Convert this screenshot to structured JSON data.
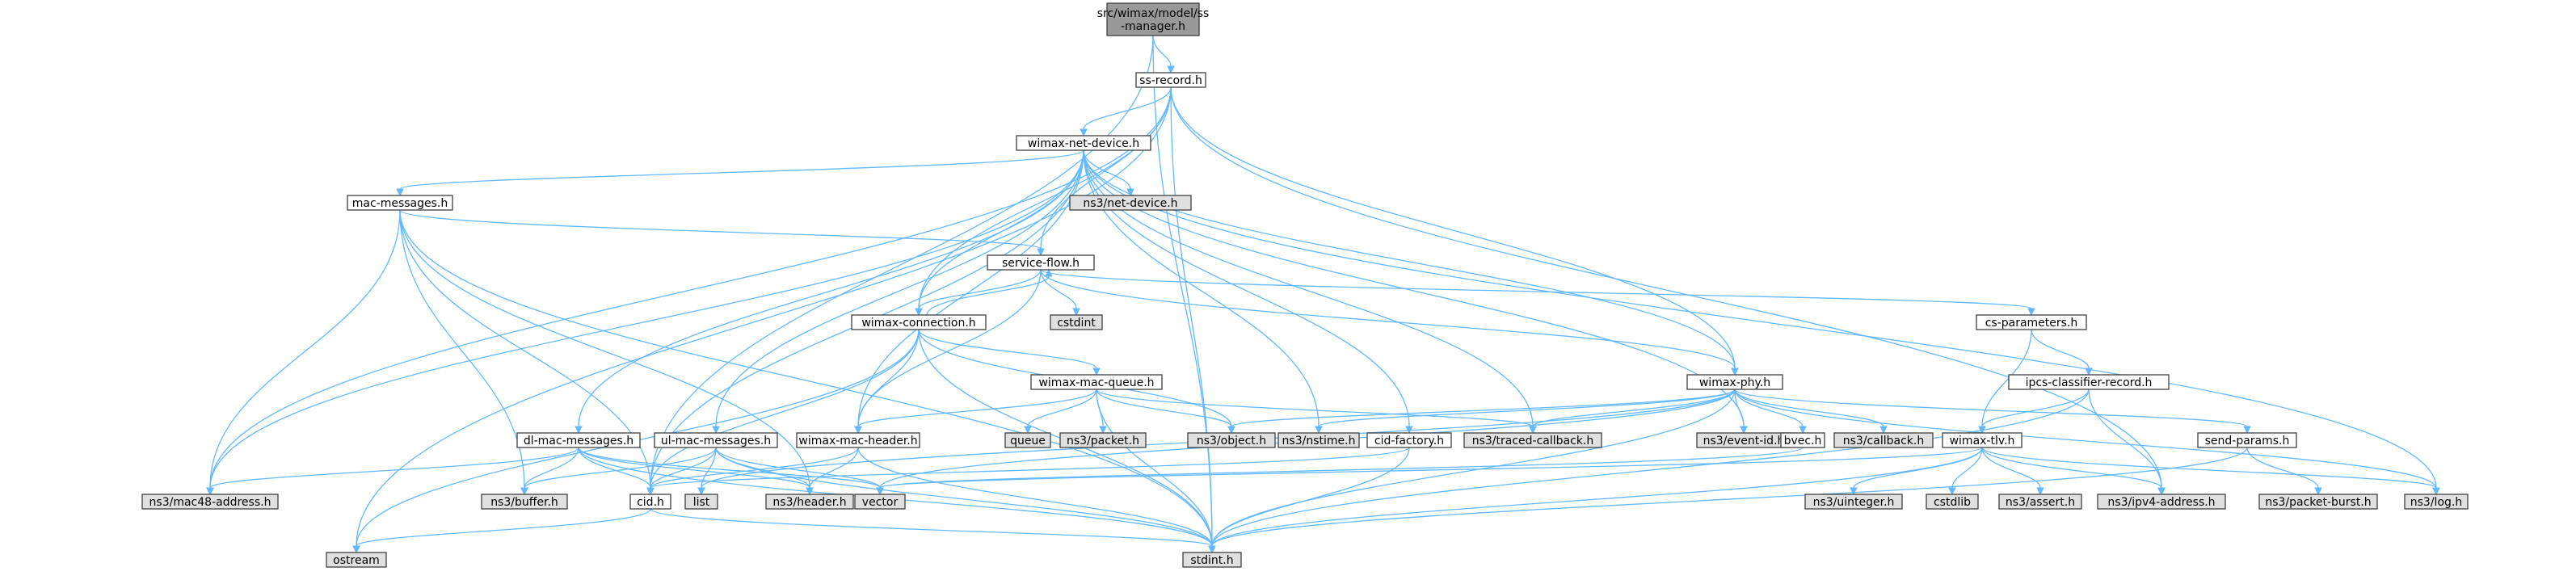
{
  "colors": {
    "background": "#ffffff",
    "root_fill": "#999999",
    "node_fill": "#ffffff",
    "external_fill": "#e0e0e0",
    "border": "#404040",
    "edge": "#63b8ff",
    "text": "#000000"
  },
  "nodes": [
    {
      "id": "ss-manager",
      "lines": [
        "src/wimax/model/ss",
        "-manager.h"
      ],
      "kind": "root"
    },
    {
      "id": "ss-record",
      "lines": [
        "ss-record.h"
      ],
      "kind": "local"
    },
    {
      "id": "wimax-net-device",
      "lines": [
        "wimax-net-device.h"
      ],
      "kind": "local"
    },
    {
      "id": "ns3-net-device",
      "lines": [
        "ns3/net-device.h"
      ],
      "kind": "external"
    },
    {
      "id": "mac-messages",
      "lines": [
        "mac-messages.h"
      ],
      "kind": "local"
    },
    {
      "id": "service-flow",
      "lines": [
        "service-flow.h"
      ],
      "kind": "local"
    },
    {
      "id": "cstdint",
      "lines": [
        "cstdint"
      ],
      "kind": "external"
    },
    {
      "id": "wimax-connection",
      "lines": [
        "wimax-connection.h"
      ],
      "kind": "local"
    },
    {
      "id": "cs-parameters",
      "lines": [
        "cs-parameters.h"
      ],
      "kind": "local"
    },
    {
      "id": "ipcs-classifier-record",
      "lines": [
        "ipcs-classifier-record.h"
      ],
      "kind": "local"
    },
    {
      "id": "wimax-mac-queue",
      "lines": [
        "wimax-mac-queue.h"
      ],
      "kind": "local"
    },
    {
      "id": "wimax-phy",
      "lines": [
        "wimax-phy.h"
      ],
      "kind": "local"
    },
    {
      "id": "queue",
      "lines": [
        "queue"
      ],
      "kind": "external"
    },
    {
      "id": "ns3-packet",
      "lines": [
        "ns3/packet.h"
      ],
      "kind": "external"
    },
    {
      "id": "ns3-object",
      "lines": [
        "ns3/object.h"
      ],
      "kind": "external"
    },
    {
      "id": "ns3-nstime",
      "lines": [
        "ns3/nstime.h"
      ],
      "kind": "external"
    },
    {
      "id": "ns3-traced-callback",
      "lines": [
        "ns3/traced-callback.h"
      ],
      "kind": "external"
    },
    {
      "id": "ns3-event-id",
      "lines": [
        "ns3/event-id.h"
      ],
      "kind": "external"
    },
    {
      "id": "bvec",
      "lines": [
        "bvec.h"
      ],
      "kind": "local"
    },
    {
      "id": "ns3-callback",
      "lines": [
        "ns3/callback.h"
      ],
      "kind": "external"
    },
    {
      "id": "wimax-tlv",
      "lines": [
        "wimax-tlv.h"
      ],
      "kind": "local"
    },
    {
      "id": "send-params",
      "lines": [
        "send-params.h"
      ],
      "kind": "local"
    },
    {
      "id": "dl-mac-messages",
      "lines": [
        "dl-mac-messages.h"
      ],
      "kind": "local"
    },
    {
      "id": "ul-mac-messages",
      "lines": [
        "ul-mac-messages.h"
      ],
      "kind": "local"
    },
    {
      "id": "wimax-mac-header",
      "lines": [
        "wimax-mac-header.h"
      ],
      "kind": "local"
    },
    {
      "id": "cid-factory",
      "lines": [
        "cid-factory.h"
      ],
      "kind": "local"
    },
    {
      "id": "ns3-mac48-address",
      "lines": [
        "ns3/mac48-address.h"
      ],
      "kind": "external"
    },
    {
      "id": "ns3-buffer",
      "lines": [
        "ns3/buffer.h"
      ],
      "kind": "external"
    },
    {
      "id": "cid",
      "lines": [
        "cid.h"
      ],
      "kind": "local"
    },
    {
      "id": "list",
      "lines": [
        "list"
      ],
      "kind": "external"
    },
    {
      "id": "ns3-header",
      "lines": [
        "ns3/header.h"
      ],
      "kind": "external"
    },
    {
      "id": "vector",
      "lines": [
        "vector"
      ],
      "kind": "external"
    },
    {
      "id": "ns3-uinteger",
      "lines": [
        "ns3/uinteger.h"
      ],
      "kind": "external"
    },
    {
      "id": "cstdlib",
      "lines": [
        "cstdlib"
      ],
      "kind": "external"
    },
    {
      "id": "ns3-assert",
      "lines": [
        "ns3/assert.h"
      ],
      "kind": "external"
    },
    {
      "id": "ns3-ipv4-address",
      "lines": [
        "ns3/ipv4-address.h"
      ],
      "kind": "external"
    },
    {
      "id": "ns3-packet-burst",
      "lines": [
        "ns3/packet-burst.h"
      ],
      "kind": "external"
    },
    {
      "id": "ns3-log",
      "lines": [
        "ns3/log.h"
      ],
      "kind": "external"
    },
    {
      "id": "ostream",
      "lines": [
        "ostream"
      ],
      "kind": "external"
    },
    {
      "id": "stdint",
      "lines": [
        "stdint.h"
      ],
      "kind": "external"
    }
  ],
  "edges": [
    [
      "ss-manager",
      "ss-record"
    ],
    [
      "ss-manager",
      "cid"
    ],
    [
      "ss-manager",
      "stdint"
    ],
    [
      "ss-record",
      "wimax-net-device"
    ],
    [
      "ss-record",
      "service-flow"
    ],
    [
      "ss-record",
      "wimax-connection"
    ],
    [
      "ss-record",
      "wimax-phy"
    ],
    [
      "ss-record",
      "ns3-mac48-address"
    ],
    [
      "ss-record",
      "ns3-ipv4-address"
    ],
    [
      "ss-record",
      "ostream"
    ],
    [
      "ss-record",
      "stdint"
    ],
    [
      "wimax-net-device",
      "ns3-net-device"
    ],
    [
      "wimax-net-device",
      "mac-messages"
    ],
    [
      "wimax-net-device",
      "wimax-connection"
    ],
    [
      "wimax-net-device",
      "wimax-phy"
    ],
    [
      "wimax-net-device",
      "dl-mac-messages"
    ],
    [
      "wimax-net-device",
      "ul-mac-messages"
    ],
    [
      "wimax-net-device",
      "wimax-mac-header"
    ],
    [
      "wimax-net-device",
      "cid-factory"
    ],
    [
      "wimax-net-device",
      "ns3-nstime"
    ],
    [
      "wimax-net-device",
      "ns3-traced-callback"
    ],
    [
      "wimax-net-device",
      "ns3-event-id"
    ],
    [
      "wimax-net-device",
      "ns3-mac48-address"
    ],
    [
      "wimax-net-device",
      "ns3-log"
    ],
    [
      "wimax-net-device",
      "cid"
    ],
    [
      "mac-messages",
      "service-flow"
    ],
    [
      "mac-messages",
      "ns3-mac48-address"
    ],
    [
      "mac-messages",
      "ns3-buffer"
    ],
    [
      "mac-messages",
      "cid"
    ],
    [
      "mac-messages",
      "ns3-header"
    ],
    [
      "mac-messages",
      "stdint"
    ],
    [
      "service-flow",
      "wimax-connection"
    ],
    [
      "service-flow",
      "cstdint"
    ],
    [
      "service-flow",
      "cs-parameters"
    ],
    [
      "service-flow",
      "wimax-phy"
    ],
    [
      "service-flow",
      "wimax-mac-header"
    ],
    [
      "wimax-connection",
      "service-flow"
    ],
    [
      "wimax-connection",
      "wimax-mac-queue"
    ],
    [
      "wimax-connection",
      "wimax-mac-header"
    ],
    [
      "wimax-connection",
      "ns3-object"
    ],
    [
      "wimax-connection",
      "cid"
    ],
    [
      "wimax-connection",
      "ostream"
    ],
    [
      "wimax-connection",
      "stdint"
    ],
    [
      "cs-parameters",
      "ipcs-classifier-record"
    ],
    [
      "cs-parameters",
      "wimax-tlv"
    ],
    [
      "ipcs-classifier-record",
      "wimax-tlv"
    ],
    [
      "ipcs-classifier-record",
      "ns3-ipv4-address"
    ],
    [
      "ipcs-classifier-record",
      "stdint"
    ],
    [
      "wimax-mac-queue",
      "wimax-mac-header"
    ],
    [
      "wimax-mac-queue",
      "queue"
    ],
    [
      "wimax-mac-queue",
      "ns3-packet"
    ],
    [
      "wimax-mac-queue",
      "ns3-object"
    ],
    [
      "wimax-mac-queue",
      "ns3-traced-callback"
    ],
    [
      "wimax-mac-queue",
      "stdint"
    ],
    [
      "wimax-phy",
      "ns3-object"
    ],
    [
      "wimax-phy",
      "ns3-nstime"
    ],
    [
      "wimax-phy",
      "ns3-traced-callback"
    ],
    [
      "wimax-phy",
      "ns3-event-id"
    ],
    [
      "wimax-phy",
      "bvec"
    ],
    [
      "wimax-phy",
      "ns3-callback"
    ],
    [
      "wimax-phy",
      "send-params"
    ],
    [
      "wimax-phy",
      "ns3-log"
    ],
    [
      "wimax-phy",
      "vector"
    ],
    [
      "wimax-phy",
      "list"
    ],
    [
      "wimax-phy",
      "stdint"
    ],
    [
      "bvec",
      "vector"
    ],
    [
      "wimax-tlv",
      "ns3-uinteger"
    ],
    [
      "wimax-tlv",
      "cstdlib"
    ],
    [
      "wimax-tlv",
      "ns3-assert"
    ],
    [
      "wimax-tlv",
      "ns3-ipv4-address"
    ],
    [
      "wimax-tlv",
      "ns3-log"
    ],
    [
      "wimax-tlv",
      "vector"
    ],
    [
      "wimax-tlv",
      "stdint"
    ],
    [
      "send-params",
      "ns3-packet-burst"
    ],
    [
      "send-params",
      "stdint"
    ],
    [
      "dl-mac-messages",
      "ns3-mac48-address"
    ],
    [
      "dl-mac-messages",
      "ns3-buffer"
    ],
    [
      "dl-mac-messages",
      "cid"
    ],
    [
      "dl-mac-messages",
      "ns3-header"
    ],
    [
      "dl-mac-messages",
      "vector"
    ],
    [
      "dl-mac-messages",
      "stdint"
    ],
    [
      "ul-mac-messages",
      "ns3-buffer"
    ],
    [
      "ul-mac-messages",
      "cid"
    ],
    [
      "ul-mac-messages",
      "list"
    ],
    [
      "ul-mac-messages",
      "ns3-header"
    ],
    [
      "ul-mac-messages",
      "vector"
    ],
    [
      "ul-mac-messages",
      "stdint"
    ],
    [
      "wimax-mac-header",
      "ns3-header"
    ],
    [
      "wimax-mac-header",
      "stdint"
    ],
    [
      "wimax-mac-header",
      "cid"
    ],
    [
      "cid-factory",
      "cid"
    ],
    [
      "cid-factory",
      "stdint"
    ],
    [
      "cid",
      "ostream"
    ],
    [
      "cid",
      "stdint"
    ]
  ]
}
